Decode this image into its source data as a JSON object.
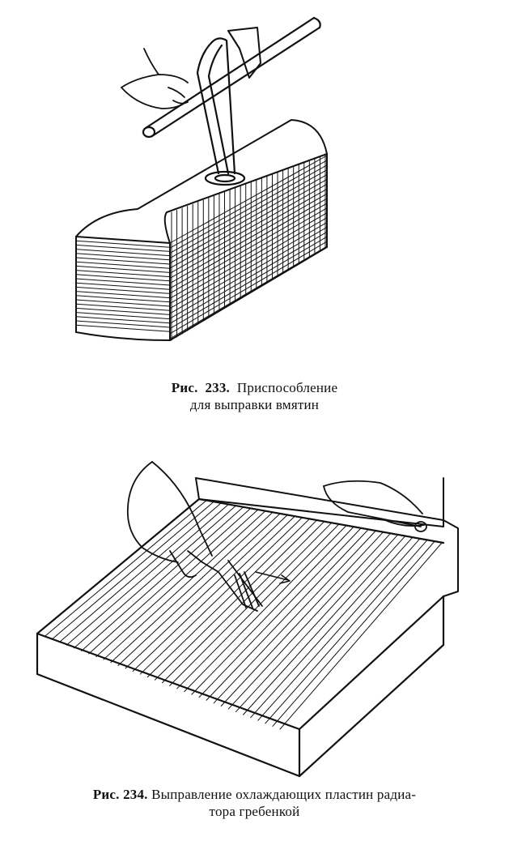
{
  "figures": [
    {
      "label": "Рис.",
      "number": "233.",
      "caption_line1": "Приспособление",
      "caption_line2": "для выправки вмятин"
    },
    {
      "label": "Рис. 234.",
      "caption_line1": "Выправление охлаждающих пластин радиа-",
      "caption_line2": "тора гребенкой"
    }
  ]
}
